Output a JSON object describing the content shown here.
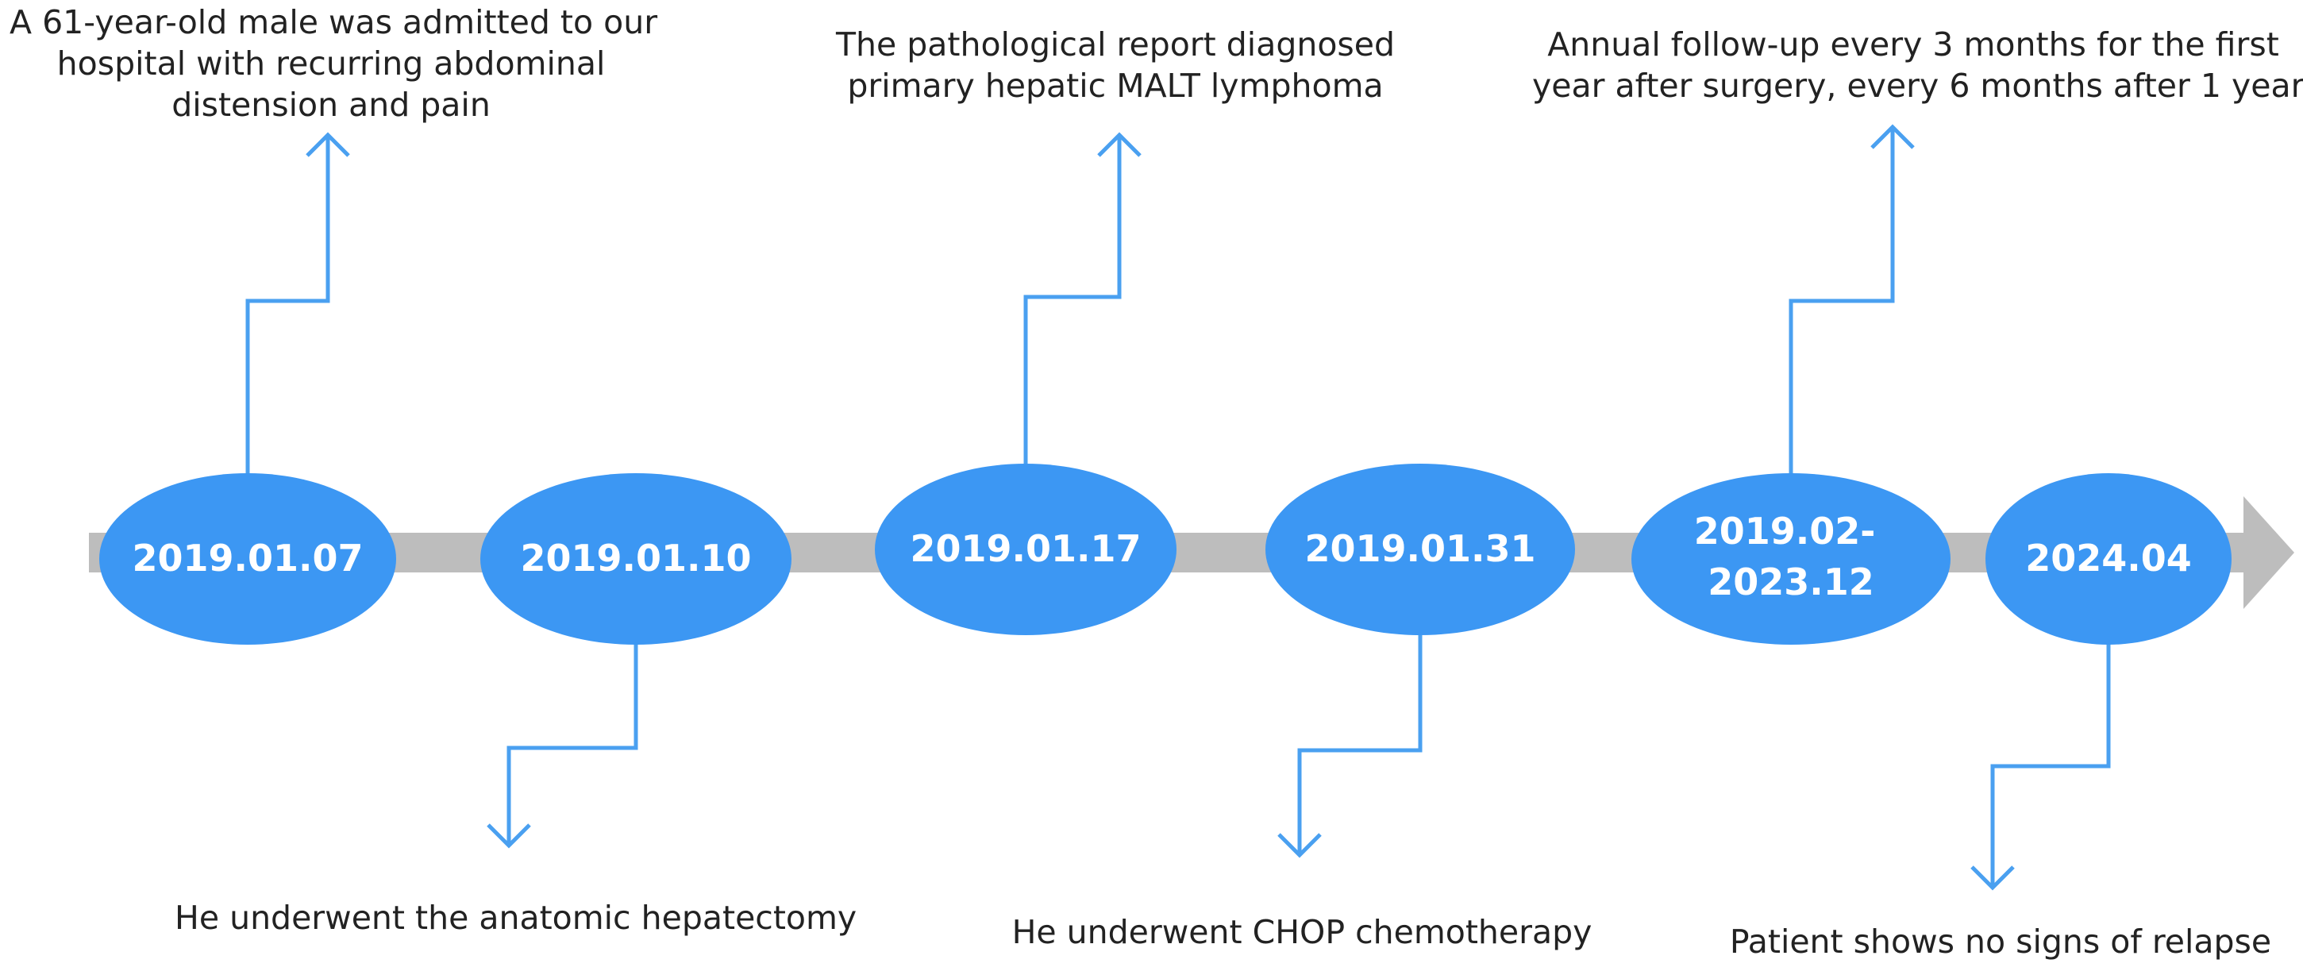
{
  "colors": {
    "axis": "#bdbdbd",
    "node_fill": "#3c97f3",
    "connector": "#4aa0f0",
    "date_text": "#ffffff",
    "event_text": "#222222"
  },
  "events": [
    {
      "date_lines": [
        "2019.01.07"
      ],
      "position": "above",
      "text_lines": [
        "A 61-year-old male was admitted to our",
        "hospital with recurring abdominal",
        "distension and pain"
      ]
    },
    {
      "date_lines": [
        "2019.01.10"
      ],
      "position": "below",
      "text_lines": [
        "He underwent the anatomic hepatectomy"
      ]
    },
    {
      "date_lines": [
        "2019.01.17"
      ],
      "position": "above",
      "text_lines": [
        "The pathological report diagnosed",
        "primary hepatic MALT lymphoma"
      ]
    },
    {
      "date_lines": [
        "2019.01.31"
      ],
      "position": "below",
      "text_lines": [
        "He underwent CHOP chemotherapy"
      ]
    },
    {
      "date_lines": [
        "2019.02-",
        "2023.12"
      ],
      "position": "above",
      "text_lines": [
        "Annual follow-up every 3 months for the first",
        "year after surgery, every 6 months after 1 year"
      ]
    },
    {
      "date_lines": [
        "2024.04"
      ],
      "position": "below",
      "text_lines": [
        "Patient shows no signs of relapse"
      ]
    }
  ]
}
